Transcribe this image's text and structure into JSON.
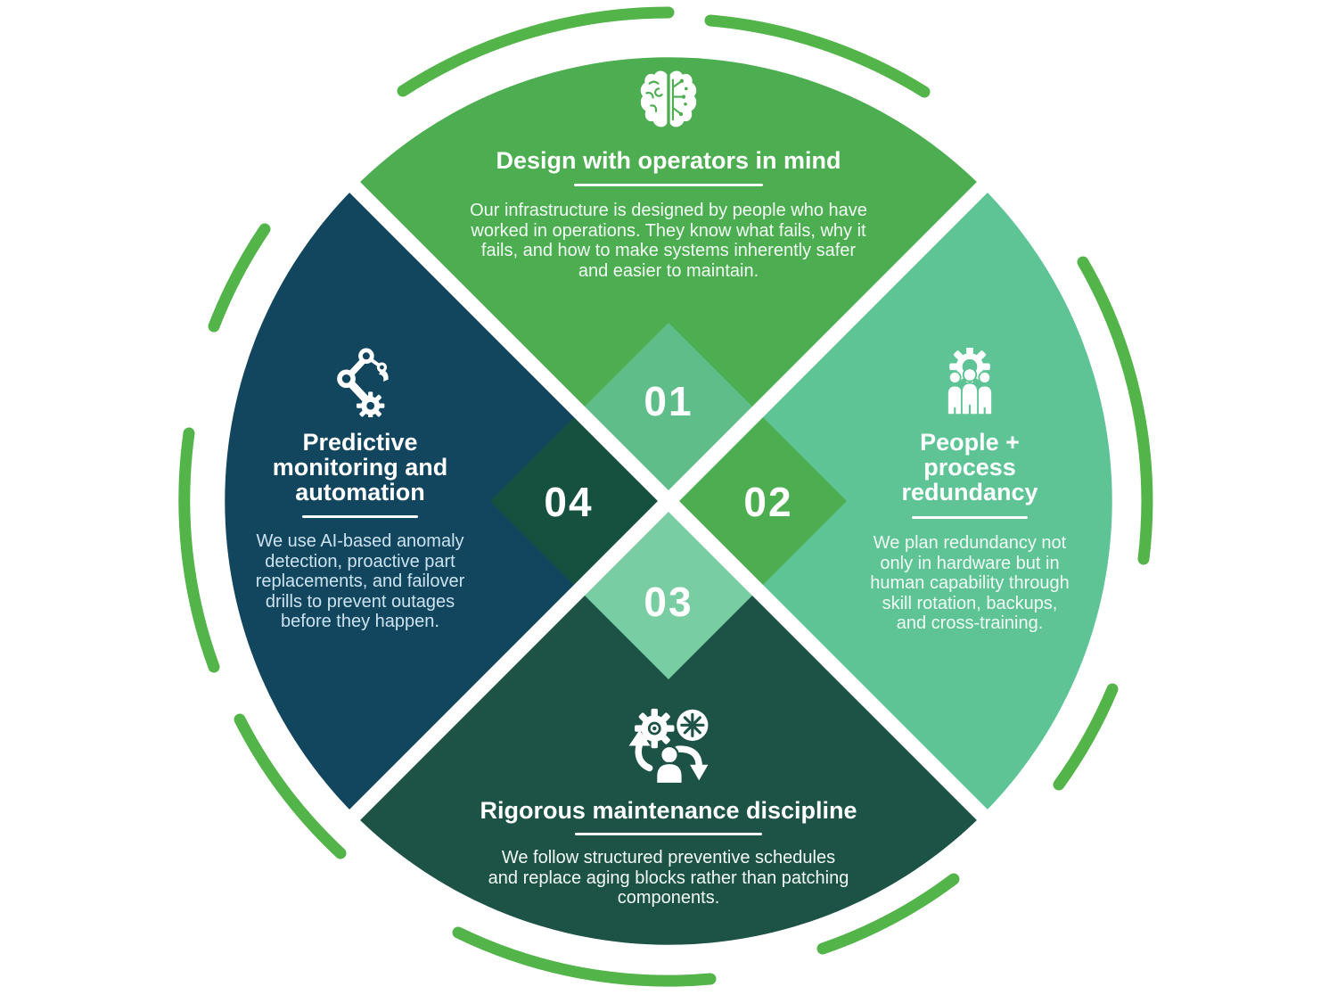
{
  "theme": {
    "green": "#4cae50",
    "seafoam": "#5ec496",
    "deepgreen": "#1d5247",
    "navy": "#12465f",
    "d1": "#5fbd89",
    "d2": "#4cae50",
    "d3": "#79cda2",
    "d4": "#16503e",
    "arc": "#52b449",
    "white": "#ffffff",
    "left_body": "#cce3ef"
  },
  "quadrants": {
    "top": {
      "number": "01",
      "icon": "brain-circuit-icon",
      "title": "Design with operators in mind",
      "body": "Our infrastructure is designed by people who have worked in operations. They know what fails, why it fails, and how to make systems inherently safer and easier to maintain."
    },
    "right": {
      "number": "02",
      "icon": "people-gear-icon",
      "title": "People + process redundancy",
      "body": "We plan redundancy not only in hardware but in human capability through skill rotation, backups, and cross-training."
    },
    "bottom": {
      "number": "03",
      "icon": "maintenance-cycle-icon",
      "title": "Rigorous maintenance discipline",
      "body": "We follow structured preventive schedules and replace aging blocks rather than patching components."
    },
    "left": {
      "number": "04",
      "icon": "robot-arm-icon",
      "title": "Predictive monitoring and automation",
      "body": "We use AI-based anomaly detection, proactive part replacements, and failover drills to prevent outages before they happen."
    }
  }
}
